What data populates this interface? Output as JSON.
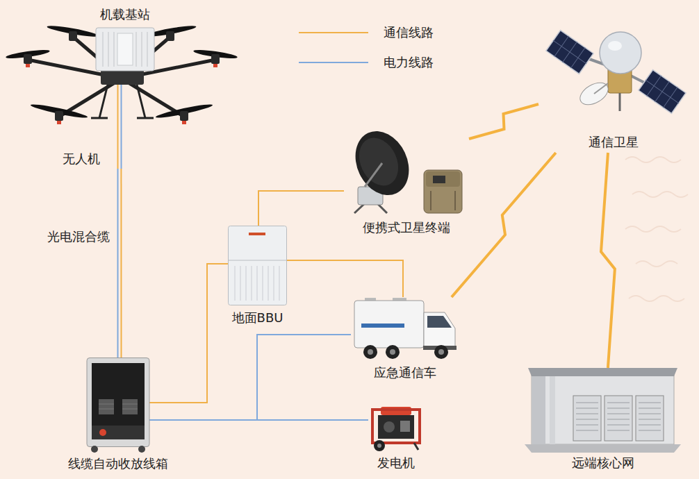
{
  "diagram": {
    "nodes": [
      {
        "text": [
          "机载基站",
          "无人机"
        ]
      },
      {
        "text": [
          "通信卫星"
        ]
      },
      {
        "text": [
          "便携式卫星终端"
        ]
      },
      {
        "text": [
          "地面BBU"
        ]
      },
      {
        "text": [
          "应急通信车"
        ]
      },
      {
        "text": [
          "线缆自动收放线箱"
        ]
      },
      {
        "text": [
          "发电机"
        ]
      },
      {
        "text": [
          "远端核心网"
        ]
      }
    ],
    "edges": [
      {
        "from": 0,
        "to": 5,
        "arrow": "none",
        "label": "光电混合缆"
      },
      {
        "from": 5,
        "to": 3,
        "arrow": "none"
      },
      {
        "from": 3,
        "to": 2,
        "arrow": "none"
      },
      {
        "from": 3,
        "to": 4,
        "arrow": "none"
      },
      {
        "from": 5,
        "to": 6,
        "arrow": "none"
      },
      {
        "from": 4,
        "to": 6,
        "arrow": "none"
      },
      {
        "from": 2,
        "to": 1,
        "arrow": "none"
      },
      {
        "from": 4,
        "to": 1,
        "arrow": "none"
      },
      {
        "from": 1,
        "to": 7,
        "arrow": "none"
      }
    ],
    "legend": [
      {
        "text": "通信线路"
      },
      {
        "text": "电力线路"
      }
    ]
  }
}
